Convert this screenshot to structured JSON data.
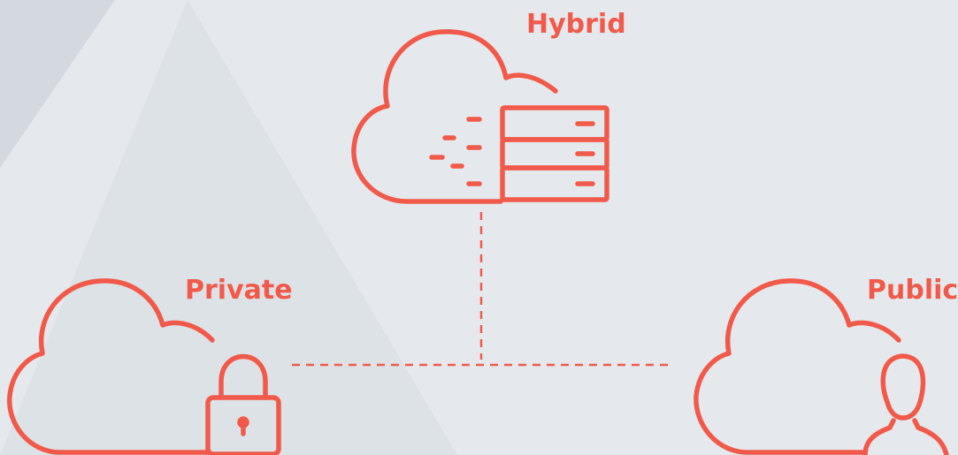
{
  "colors": {
    "accent": "#f15a4a",
    "background": "#e5e9ed",
    "shape_light": "#dfe3e8",
    "shape_dark": "#d4d9de"
  },
  "nodes": {
    "hybrid": {
      "label": "Hybrid",
      "icon": "cloud-server-icon"
    },
    "private": {
      "label": "Private",
      "icon": "cloud-lock-icon"
    },
    "public": {
      "label": "Public",
      "icon": "cloud-user-icon"
    }
  },
  "connectors": "dashed-lines"
}
